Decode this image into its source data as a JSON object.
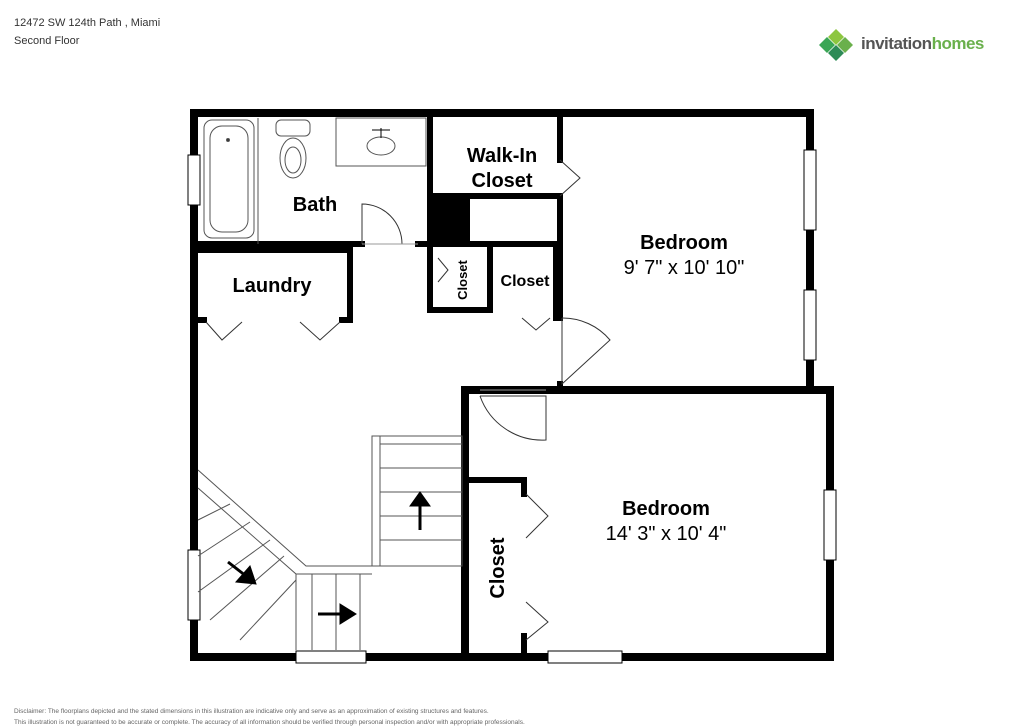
{
  "header": {
    "address": "12472 SW 124th Path , Miami",
    "floor": "Second Floor"
  },
  "brand": {
    "name_part1": "invitation",
    "name_part2": "homes",
    "icon": "diamond-logo-icon",
    "accent_color": "#6ab04c"
  },
  "rooms": {
    "bath": "Bath",
    "walk_in_closet_line1": "Walk-In",
    "walk_in_closet_line2": "Closet",
    "bedroom1_name": "Bedroom",
    "bedroom1_dims": "9' 7\" x 10' 10\"",
    "laundry": "Laundry",
    "closet_vertical": "Closet",
    "closet_small": "Closet",
    "bedroom2_name": "Bedroom",
    "bedroom2_dims": "14' 3\" x 10' 4\"",
    "closet_bedroom2": "Closet"
  },
  "disclaimer": {
    "line1": "Disclaimer: The floorplans depicted and the stated dimensions in this illustration are indicative only and serve as an approximation of existing structures and features.",
    "line2": "This illustration is not guaranteed to be accurate or complete. The accuracy of all information should be verified through personal inspection and/or with appropriate professionals."
  }
}
